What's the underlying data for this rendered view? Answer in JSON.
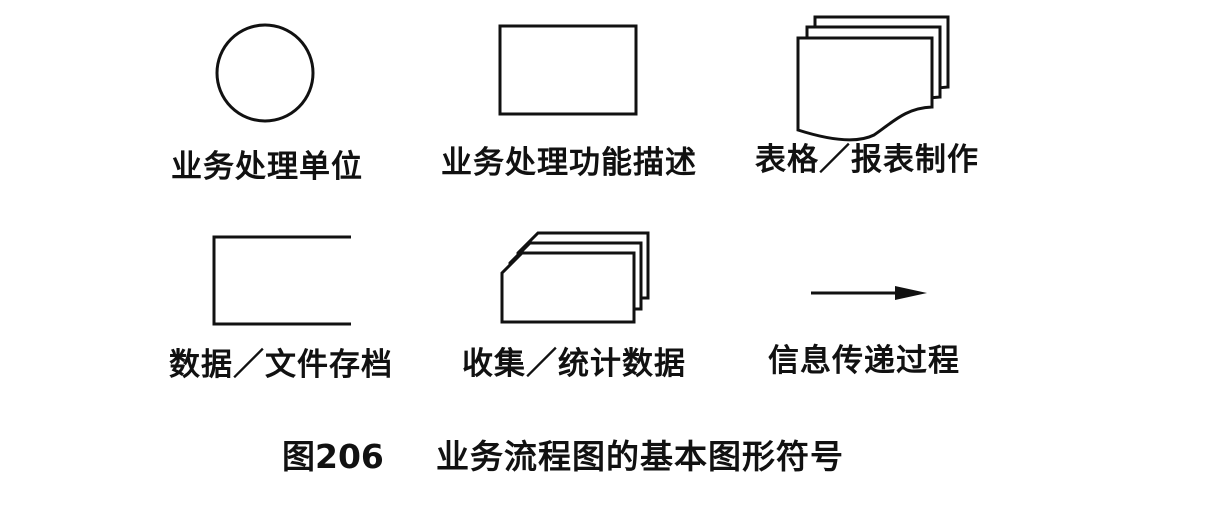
{
  "symbols": [
    {
      "id": "business-unit",
      "shape": "circle",
      "label": "业务处理单位"
    },
    {
      "id": "business-function",
      "shape": "rectangle",
      "label": "业务处理功能描述"
    },
    {
      "id": "form-report",
      "shape": "stacked-document",
      "label": "表格／报表制作"
    },
    {
      "id": "data-storage",
      "shape": "open-rectangle",
      "label": "数据／文件存档"
    },
    {
      "id": "data-collection",
      "shape": "stacked-card",
      "label": "收集／统计数据"
    },
    {
      "id": "information-flow",
      "shape": "arrow",
      "label": "信息传递过程"
    }
  ],
  "caption": {
    "number": "图206",
    "title": "业务流程图的基本图形符号"
  }
}
